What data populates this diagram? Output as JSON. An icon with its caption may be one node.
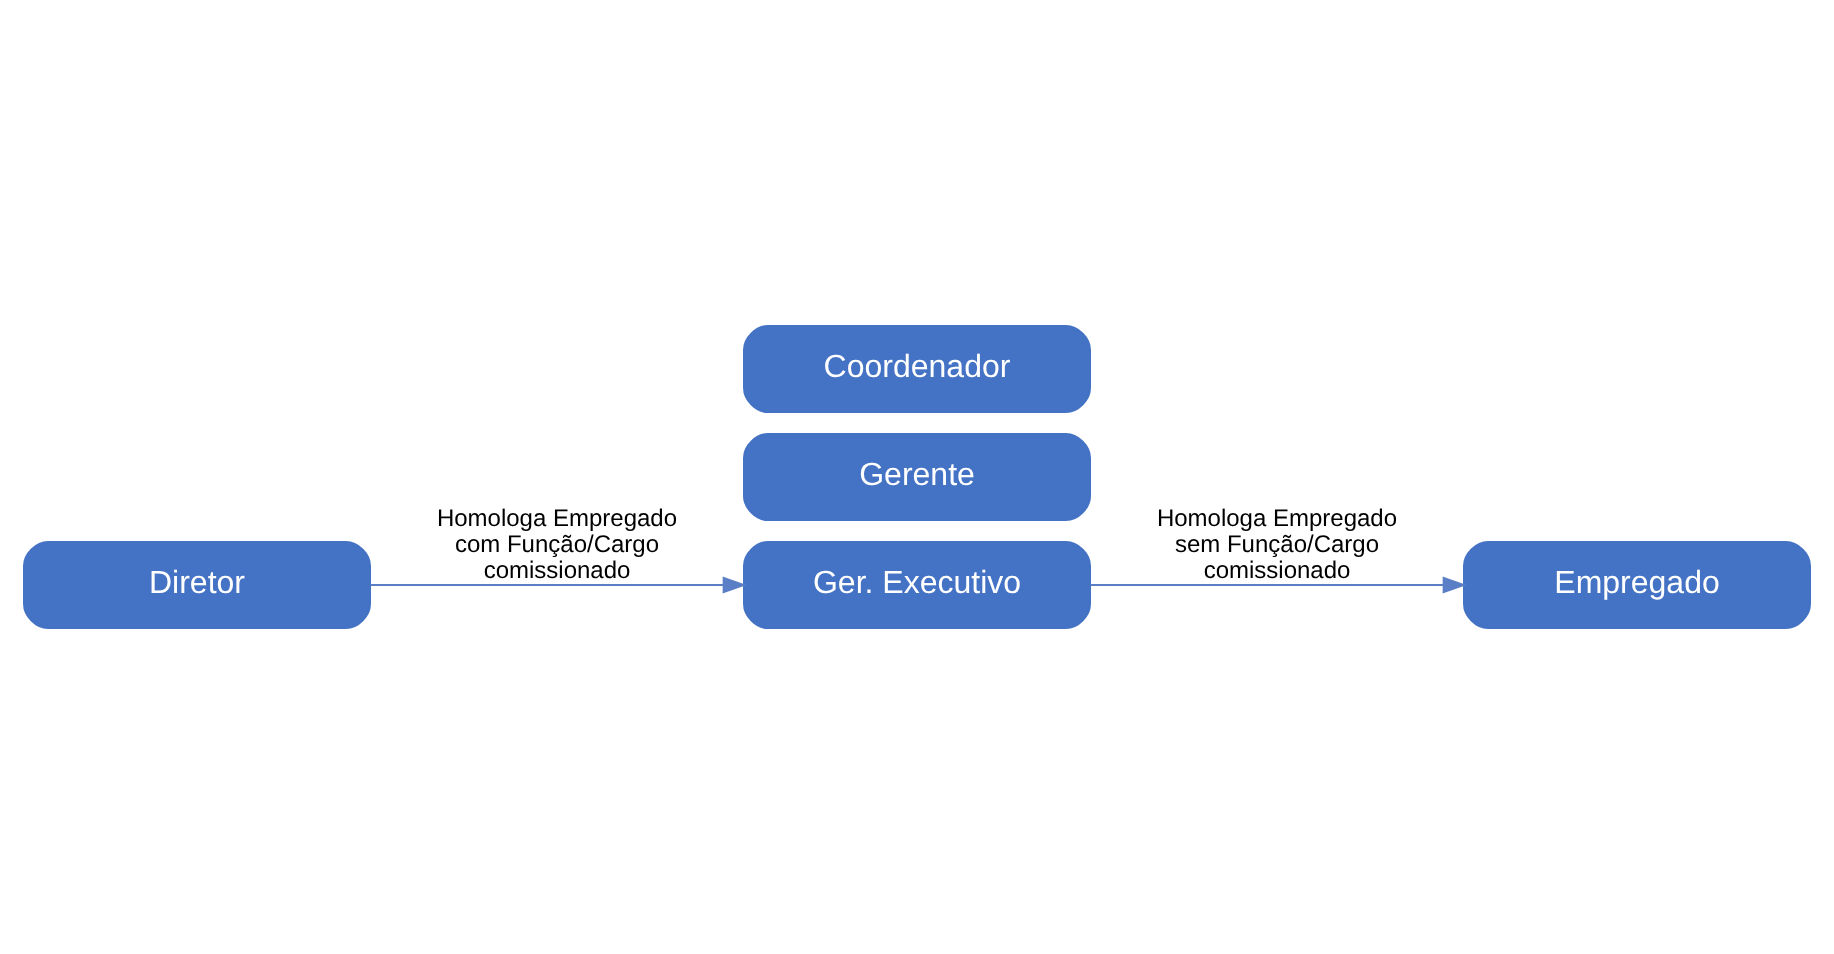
{
  "diagram": {
    "nodes": [
      {
        "text": [
          "Diretor"
        ]
      },
      {
        "text": [
          "Ger. Executivo"
        ]
      },
      {
        "text": [
          "Gerente"
        ]
      },
      {
        "text": [
          "Coordenador"
        ]
      },
      {
        "text": [
          "Empregado"
        ]
      }
    ],
    "edges": [
      {
        "from": 0,
        "to": 1,
        "arrow": "to",
        "label": "Homologa Empregado com Função/Cargo comissionado"
      },
      {
        "from": 1,
        "to": 4,
        "arrow": "to",
        "label": "Homologa Empregado sem Função/Cargo comissionado"
      }
    ]
  }
}
